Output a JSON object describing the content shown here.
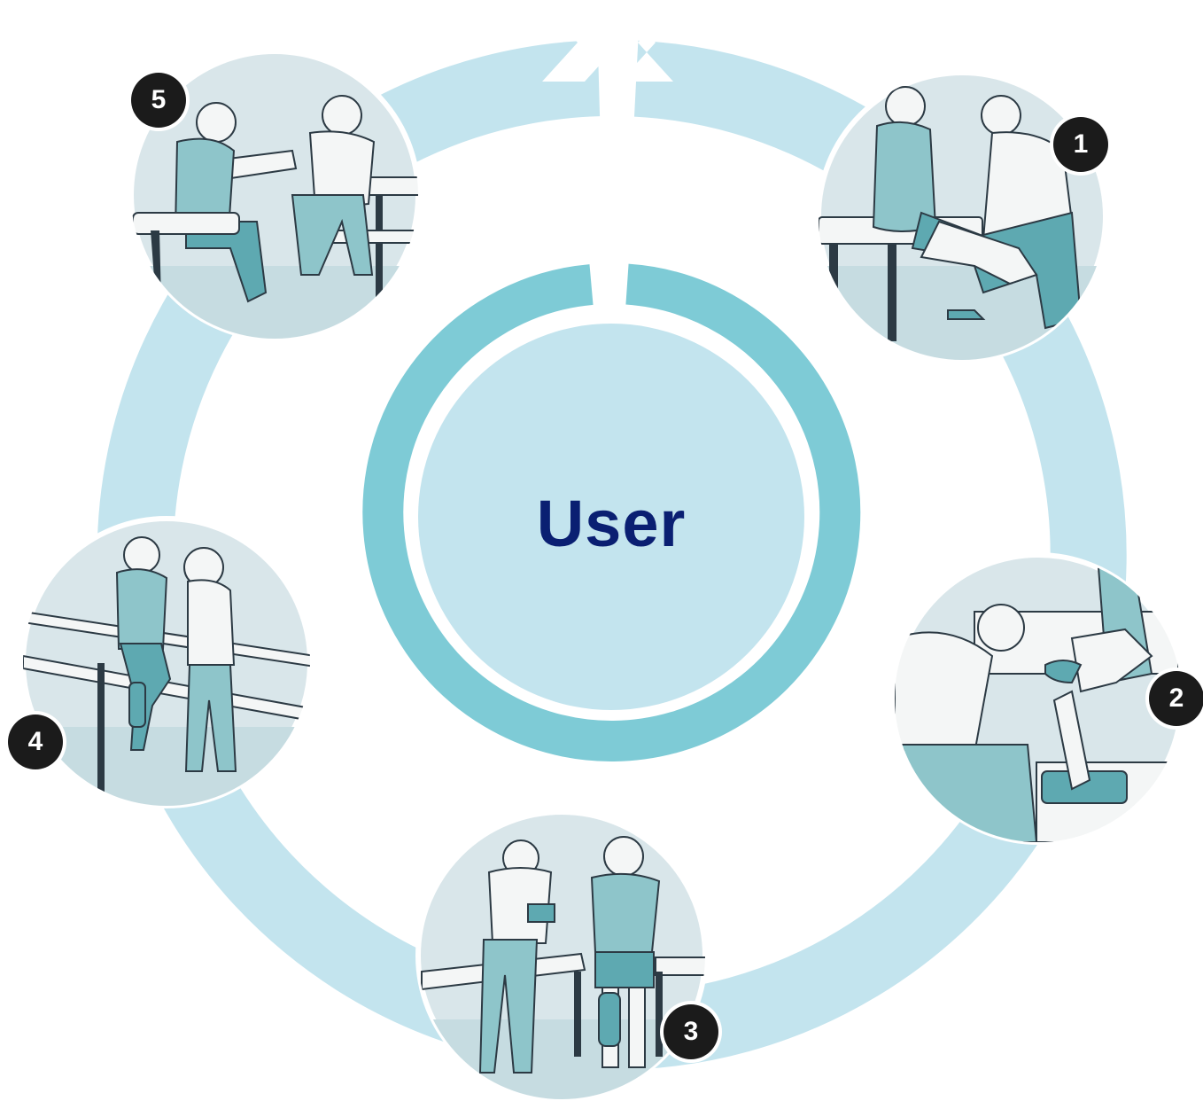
{
  "center": {
    "label": "User"
  },
  "steps": [
    {
      "number": "1",
      "scene": "fitting-assessment"
    },
    {
      "number": "2",
      "scene": "leg-measurement"
    },
    {
      "number": "3",
      "scene": "walking-trial-parallel-bars"
    },
    {
      "number": "4",
      "scene": "high-five-therapy"
    },
    {
      "number": "5",
      "scene": "follow-up-consultation"
    }
  ],
  "colors": {
    "outer_ring": "#c3e4ee",
    "inner_ring": "#7ecbd6",
    "center_disc": "#c3e4ee",
    "label": "#0a1f72",
    "badge": "#1b1b1b",
    "scene_bg": "#d9e6ea",
    "scene_skin": "#f4f6f6",
    "scene_teal": "#8ec5ca",
    "scene_dark_teal": "#5ea9b1",
    "scene_line": "#2c3a44"
  }
}
